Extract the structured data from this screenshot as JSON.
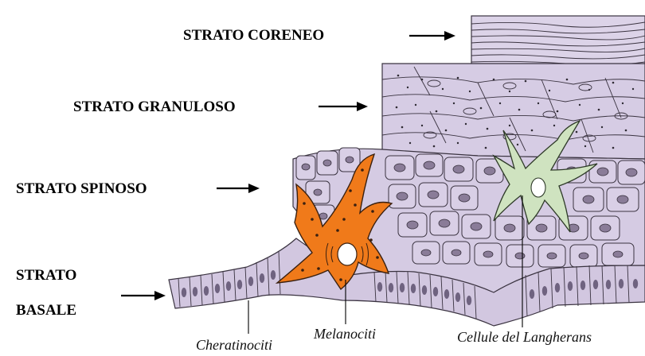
{
  "labels": {
    "corneo": "STRATO CORENEO",
    "granuloso": "STRATO GRANULOSO",
    "spinoso": "STRATO SPINOSO",
    "basale_1": "STRATO",
    "basale_2": "BASALE"
  },
  "captions": {
    "cheratinociti": "Cheratinociti",
    "melanociti": "Melanociti",
    "langherans": "Cellule del Langherans"
  },
  "colors": {
    "cell_fill": "#d9cfe6",
    "cell_stroke": "#3a3340",
    "nucleus": "#8a7c98",
    "melanocyte": "#f07a1a",
    "langerhans": "#cfe3c0",
    "text": "#000000"
  }
}
